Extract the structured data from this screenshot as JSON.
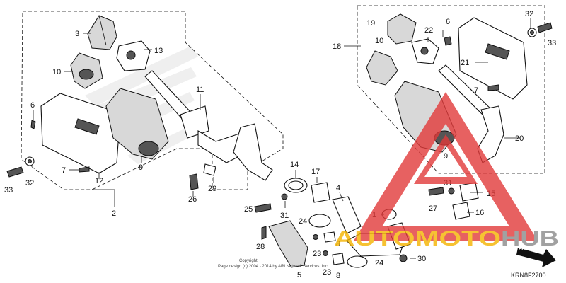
{
  "callouts": {
    "n1": "1",
    "n2": "2",
    "n3": "3",
    "n4": "4",
    "n5": "5",
    "n6a": "6",
    "n6b": "6",
    "n7a": "7",
    "n7b": "7",
    "n8a": "8",
    "n8b": "8",
    "n9a": "9",
    "n9b": "9",
    "n10a": "10",
    "n10b": "10",
    "n11": "11",
    "n12": "12",
    "n13": "13",
    "n14": "14",
    "n15": "15",
    "n16": "16",
    "n17": "17",
    "n18": "18",
    "n19": "19",
    "n20": "20",
    "n21": "21",
    "n22": "22",
    "n23a": "23",
    "n23b": "23",
    "n24a": "24",
    "n24b": "24",
    "n25": "25",
    "n26": "26",
    "n27": "27",
    "n28": "28",
    "n29": "29",
    "n30": "30",
    "n31a": "31",
    "n31b": "31",
    "n32a": "32",
    "n32b": "32",
    "n33a": "33",
    "n33b": "33"
  },
  "diagram_code": "KRN8F2700",
  "direction_label": "FR.",
  "copyright": {
    "line1": "Copyright",
    "line2": "Page design (c) 2004 - 2014 by ARI Network Services, Inc."
  },
  "watermark": {
    "text_auto": "AUTOMOTO",
    "text_hub": "HUB",
    "color_orange": "#f5b400",
    "color_red": "#e23a3a",
    "color_gray": "#8a8a8a"
  }
}
